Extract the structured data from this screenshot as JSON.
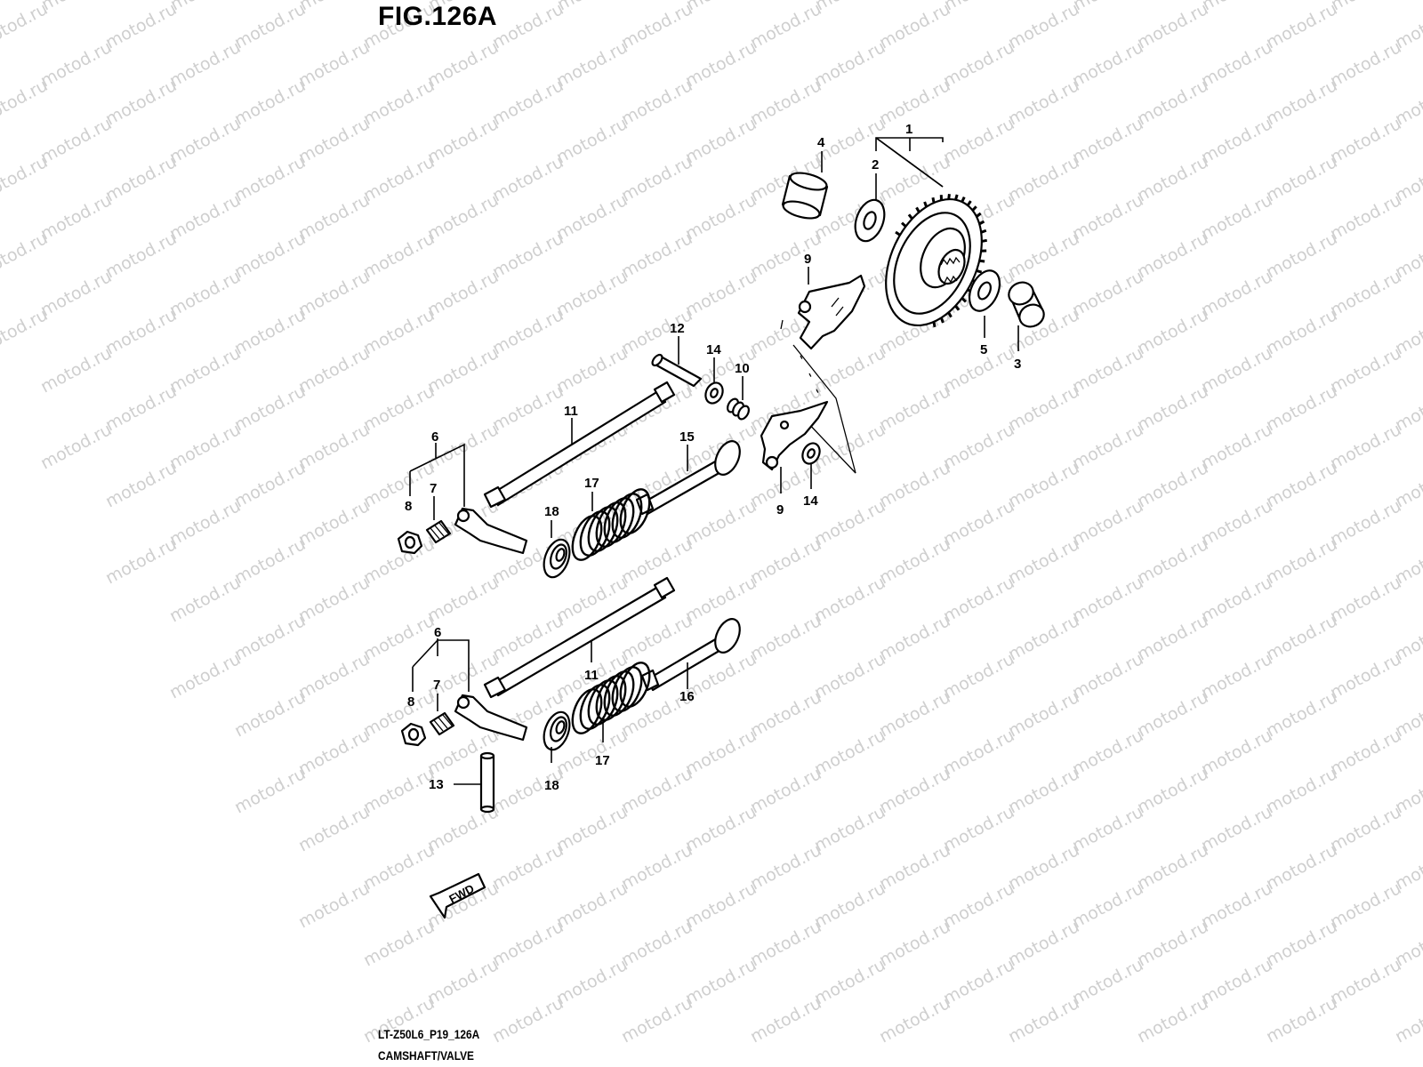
{
  "figure": {
    "title": "FIG.126A",
    "model_code": "LT-Z50L6_P19_126A",
    "section_name": "CAMSHAFT/VALVE"
  },
  "watermark_text": "motod.ru",
  "direction_marker": "FWD",
  "callouts": {
    "c1": "1",
    "c2": "2",
    "c3": "3",
    "c4": "4",
    "c5": "5",
    "c6a": "6",
    "c6b": "6",
    "c7a": "7",
    "c7b": "7",
    "c8a": "8",
    "c8b": "8",
    "c9a": "9",
    "c9b": "9",
    "c10": "10",
    "c11a": "11",
    "c11b": "11",
    "c12": "12",
    "c13": "13",
    "c14a": "14",
    "c14b": "14",
    "c15": "15",
    "c16": "16",
    "c17a": "17",
    "c17b": "17",
    "c18a": "18",
    "c18b": "18"
  }
}
